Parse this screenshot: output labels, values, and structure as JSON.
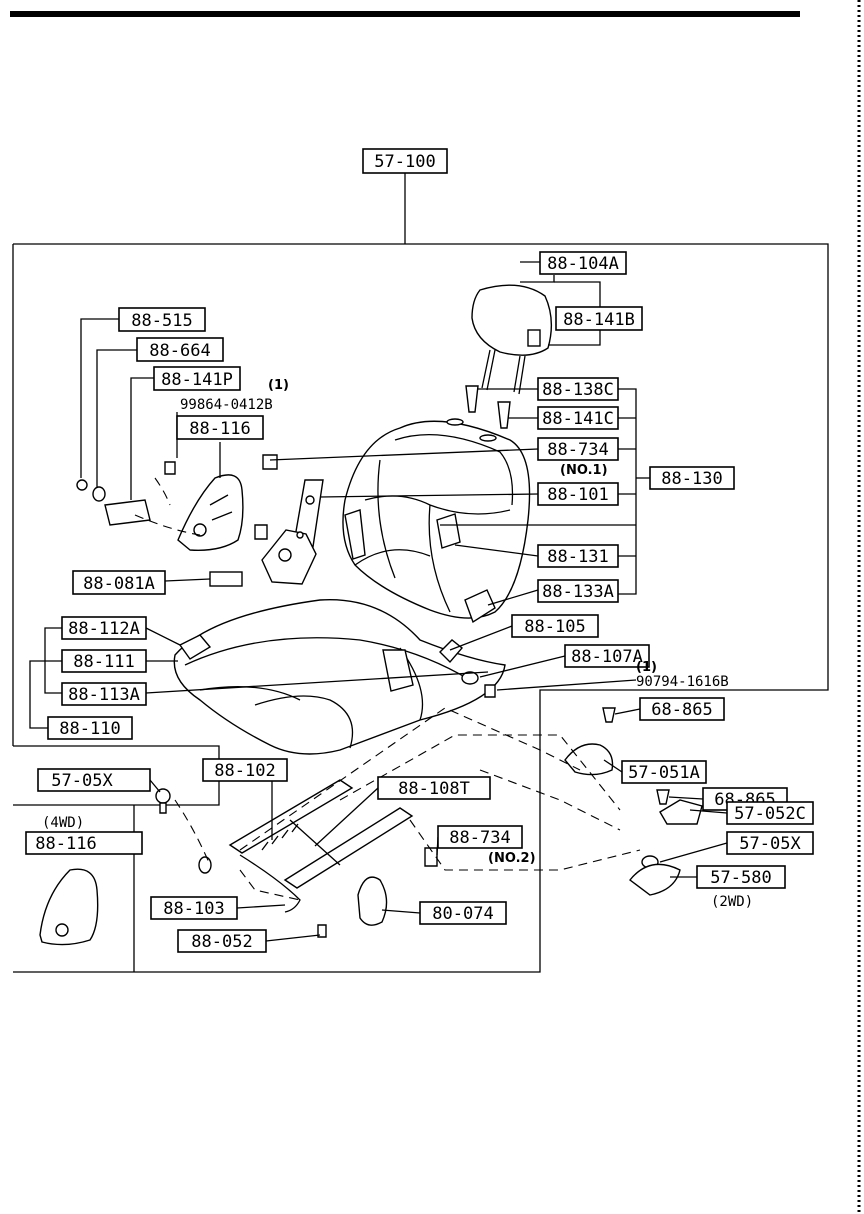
{
  "labels": {
    "l_57_100": "57-100",
    "l_88_104A": "88-104A",
    "l_88_141B": "88-141B",
    "l_88_515": "88-515",
    "l_88_664": "88-664",
    "l_88_141P": "88-141P",
    "l_88_116": "88-116",
    "l_88_138C": "88-138C",
    "l_88_141C": "88-141C",
    "l_88_734_a": "88-734",
    "l_88_101": "88-101",
    "l_88_130": "88-130",
    "l_88_081A": "88-081A",
    "l_88_131": "88-131",
    "l_88_133A": "88-133A",
    "l_88_112A": "88-112A",
    "l_88_105": "88-105",
    "l_88_111": "88-111",
    "l_88_107A": "88-107A",
    "l_88_113A": "88-113A",
    "l_88_110": "88-110",
    "l_68_865_a": "68-865",
    "l_57_051A": "57-051A",
    "l_57_05X_a": "57-05X",
    "l_88_102": "88-102",
    "l_68_865_b": "68-865",
    "l_88_108T": "88-108T",
    "l_57_052C": "57-052C",
    "l_88_116_4wd": "88-116",
    "l_88_734_b": "88-734",
    "l_57_05X_b": "57-05X",
    "l_57_580": "57-580",
    "l_88_103": "88-103",
    "l_80_074": "80-074",
    "l_88_052": "88-052"
  },
  "notes": {
    "q1_top": "(1)",
    "part_99864": "99864-0412B",
    "no1": "(NO.1)",
    "q1_bottom": "(1)",
    "part_90794": "90794-1616B",
    "no2": "(NO.2)",
    "fwd4": "(4WD)",
    "wd2": "(2WD)"
  }
}
